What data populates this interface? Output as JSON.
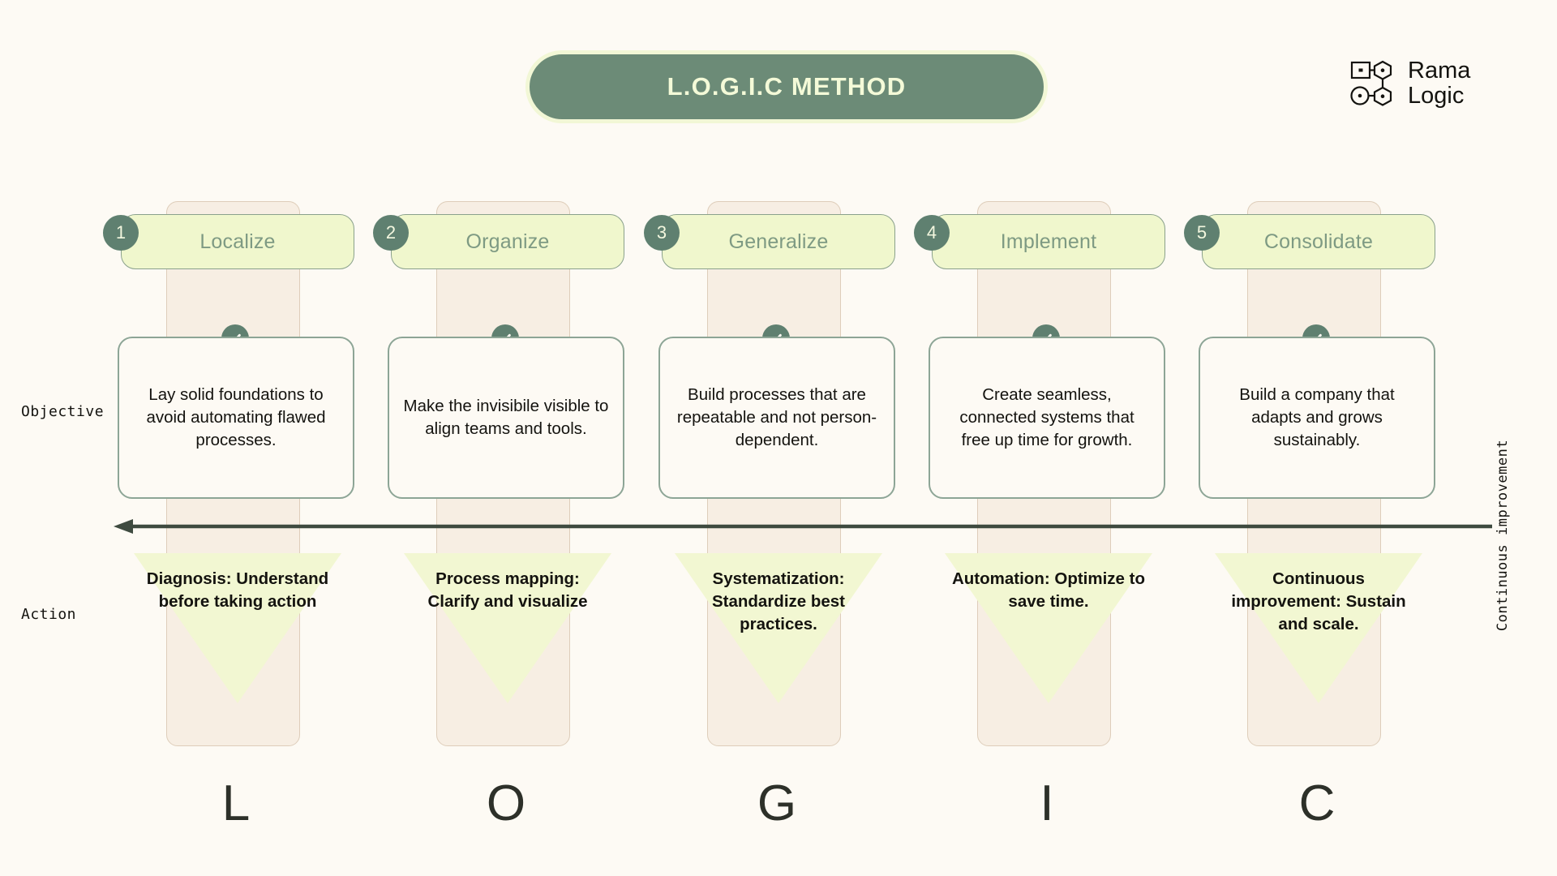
{
  "header": {
    "title": "L.O.G.I.C METHOD",
    "logo": {
      "line1": "Rama",
      "line2": "Logic",
      "mark_name": "rama-logic-node-mark"
    }
  },
  "axis": {
    "row_objective": "Objective",
    "row_action": "Action",
    "right_vertical": "Continuous improvement",
    "arrow_direction": "right-to-left"
  },
  "colors": {
    "background": "#fdfaf4",
    "brand_green": "#6c8b77",
    "badge_green": "#5f8070",
    "pill_yellow": "#f0f7cd",
    "funnel_yellow": "#f2f7d2",
    "band_beige": "#f6ede1",
    "card_border": "#8da596",
    "title_text": "#f4fad8",
    "heading_text": "#7e9a83",
    "body_text": "#14130f"
  },
  "steps": [
    {
      "number": "1",
      "name": "Localize",
      "objective": "Lay solid foundations to avoid automating flawed processes.",
      "action": "Diagnosis: Understand before taking action",
      "letter": "L"
    },
    {
      "number": "2",
      "name": "Organize",
      "objective": "Make the invisibile visible to align teams and tools.",
      "action": "Process mapping: Clarify and visualize",
      "letter": "O"
    },
    {
      "number": "3",
      "name": "Generalize",
      "objective": "Build processes that are repeatable and not person-dependent.",
      "action": "Systematization: Standardize best practices.",
      "letter": "G"
    },
    {
      "number": "4",
      "name": "Implement",
      "objective": "Create seamless, connected systems that free up time for growth.",
      "action": "Automation: Optimize to save time.",
      "letter": "I"
    },
    {
      "number": "5",
      "name": "Consolidate",
      "objective": "Build a company that adapts and grows sustainably.",
      "action": "Continuous improvement: Sustain and scale.",
      "letter": "C"
    }
  ]
}
